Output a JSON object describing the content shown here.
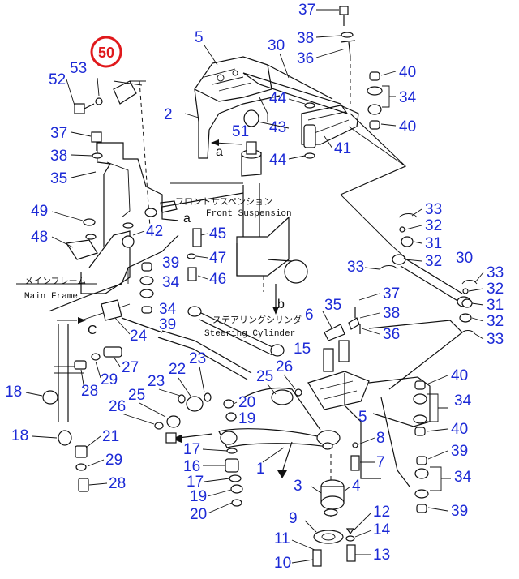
{
  "callouts": {
    "c1": "1",
    "c2": "2",
    "c3": "3",
    "c4": "4",
    "c5a": "5",
    "c5b": "5",
    "c6": "6",
    "c7": "7",
    "c8": "8",
    "c9": "9",
    "c10": "10",
    "c11": "11",
    "c12": "12",
    "c13": "13",
    "c14": "14",
    "c15": "15",
    "c16": "16",
    "c17a": "17",
    "c17b": "17",
    "c18a": "18",
    "c18b": "18",
    "c19a": "19",
    "c19b": "19",
    "c20a": "20",
    "c20b": "20",
    "c21": "21",
    "c22": "22",
    "c23a": "23",
    "c23b": "23",
    "c24": "24",
    "c25a": "25",
    "c25b": "25",
    "c26a": "26",
    "c26b": "26",
    "c27": "27",
    "c28a": "28",
    "c28b": "28",
    "c29a": "29",
    "c29b": "29",
    "c30a": "30",
    "c30b": "30",
    "c31a": "31",
    "c31b": "31",
    "c32a": "32",
    "c32b": "32",
    "c32c": "32",
    "c32d": "32",
    "c33a": "33",
    "c33b": "33",
    "c33c": "33",
    "c33d": "33",
    "c34a": "34",
    "c34b": "34",
    "c34c": "34",
    "c34d": "34",
    "c34e": "34",
    "c35a": "35",
    "c35b": "35",
    "c36a": "36",
    "c36b": "36",
    "c37a": "37",
    "c37b": "37",
    "c37c": "37",
    "c38a": "38",
    "c38b": "38",
    "c38c": "38",
    "c39a": "39",
    "c39b": "39",
    "c39c": "39",
    "c39d": "39",
    "c40a": "40",
    "c40b": "40",
    "c40c": "40",
    "c40d": "40",
    "c41": "41",
    "c42": "42",
    "c43": "43",
    "c44a": "44",
    "c44b": "44",
    "c45": "45",
    "c46": "46",
    "c47": "47",
    "c48": "48",
    "c49": "49",
    "c50": "50",
    "c51": "51",
    "c52": "52",
    "c53": "53"
  },
  "annotations": {
    "front_suspension_jp": "フロントサスペンション",
    "front_suspension_en": "Front Suspension",
    "main_frame_jp": "メインフレーム",
    "main_frame_en": "Main Frame",
    "steering_cylinder_jp": "ステアリングシリンダ",
    "steering_cylinder_en": "Steering Cylinder",
    "letter_a1": "a",
    "letter_a2": "a",
    "letter_b": "b",
    "letter_c": "C"
  },
  "colors": {
    "callout": "#1c2ad6",
    "highlight": "#e0191c",
    "line": "#111111"
  }
}
